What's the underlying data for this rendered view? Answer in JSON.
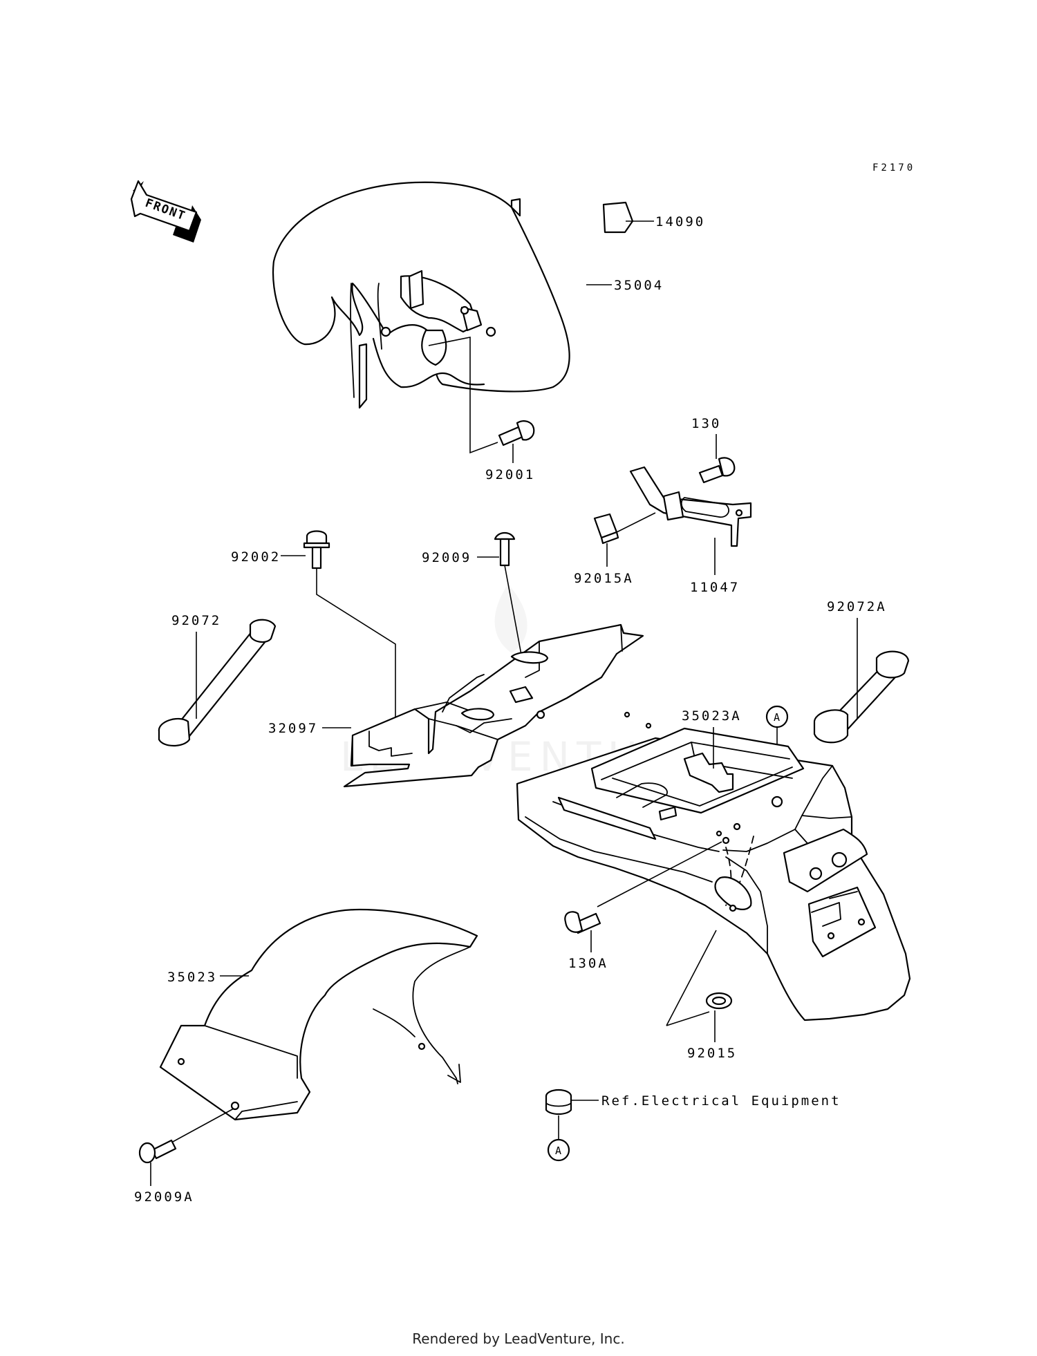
{
  "figure_code": "F2170",
  "front_arrow_label": "FRONT",
  "parts": {
    "p14090": "14090",
    "p35004": "35004",
    "p130": "130",
    "p92001": "92001",
    "p92002": "92002",
    "p92009": "92009",
    "p92015A": "92015A",
    "p11047": "11047",
    "p92072": "92072",
    "p92072A": "92072A",
    "p35023A": "35023A",
    "p32097": "32097",
    "p130A": "130A",
    "p35023": "35023",
    "p92015": "92015",
    "p92009A": "92009A"
  },
  "ref_marker": "A",
  "ref_note": "Ref.Electrical Equipment",
  "watermark": "LEADVENTURE",
  "footer": "Rendered by LeadVenture, Inc."
}
